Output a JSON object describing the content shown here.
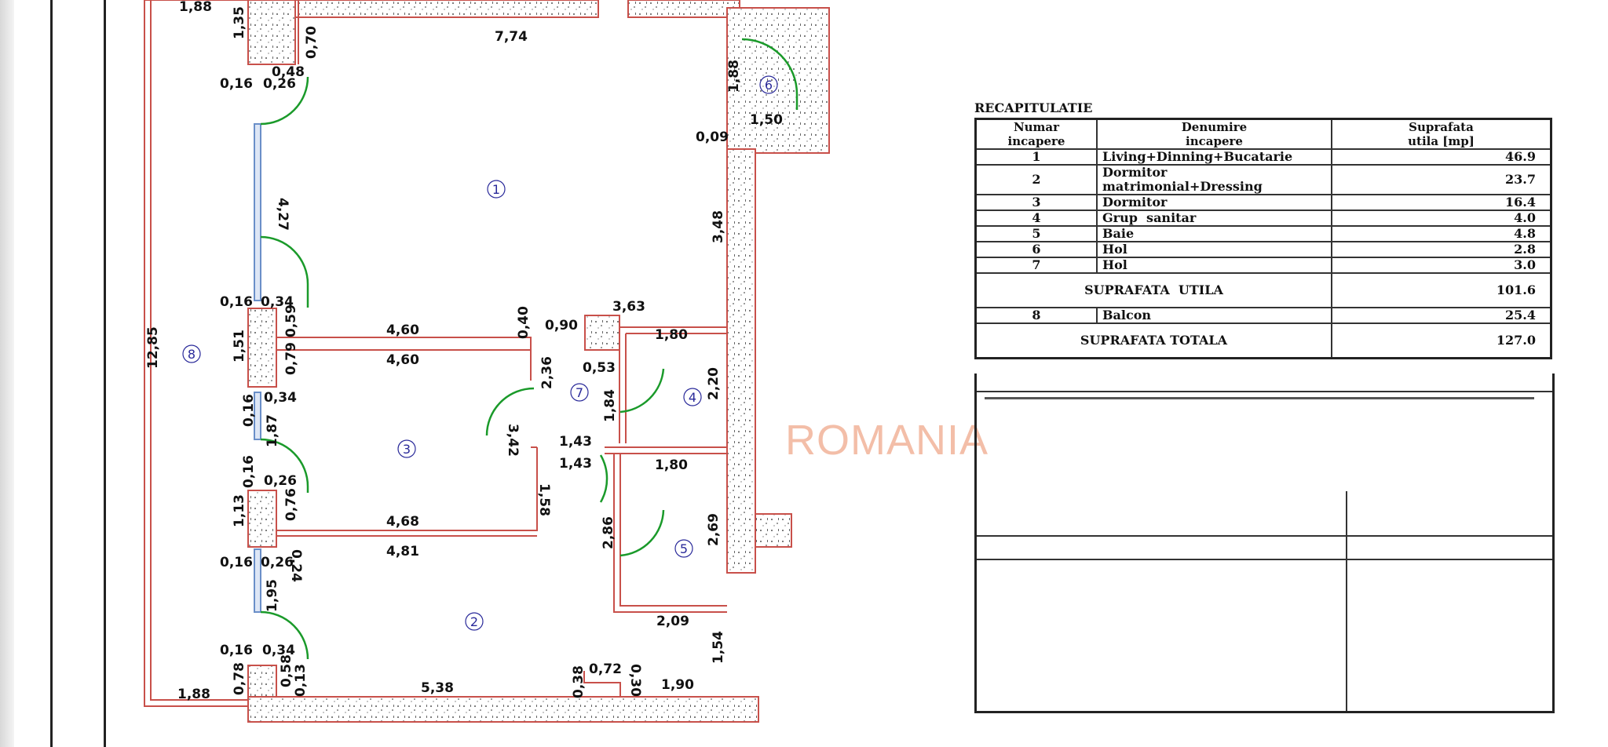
{
  "watermark": "ROMANIA",
  "plan": {
    "room_numbers": [
      "1",
      "2",
      "3",
      "4",
      "5",
      "6",
      "7",
      "8"
    ],
    "dimensions": [
      "1,88",
      "1,35",
      "0,70",
      "7,74",
      "0,16",
      "0,26",
      "0,48",
      "1,88",
      "1,50",
      "0,09",
      "4,27",
      "3,48",
      "0,16",
      "0,34",
      "0,59",
      "4,60",
      "0,40",
      "0,90",
      "3,63",
      "12,85",
      "1,51",
      "0,79",
      "4,60",
      "1,80",
      "0,53",
      "2,20",
      "2,36",
      "0,16",
      "0,34",
      "1,84",
      "1,87",
      "3,42",
      "1,43",
      "1,43",
      "1,80",
      "0,16",
      "0,26",
      "1,58",
      "1,13",
      "0,76",
      "4,68",
      "2,86",
      "2,69",
      "0,16",
      "0,26",
      "0,24",
      "4,81",
      "1,95",
      "2,09",
      "0,16",
      "0,34",
      "1,54",
      "0,78",
      "0,58",
      "0,13",
      "0,38",
      "0,72",
      "0,30",
      "1,88",
      "5,38",
      "1,90"
    ]
  },
  "recap": {
    "title": "RECAPITULATIE",
    "headers": [
      "Numar\nincapere",
      "Denumire\nincapere",
      "Suprafata\nutila  [mp]"
    ],
    "rows": [
      {
        "num": "1",
        "name": "Living+Dinning+Bucatarie",
        "area": "46.9"
      },
      {
        "num": "2",
        "name": "Dormitor\nmatrimonial+Dressing",
        "area": "23.7"
      },
      {
        "num": "3",
        "name": "Dormitor",
        "area": "16.4"
      },
      {
        "num": "4",
        "name": "Grup  sanitar",
        "area": "4.0"
      },
      {
        "num": "5",
        "name": "Baie",
        "area": "4.8"
      },
      {
        "num": "6",
        "name": "Hol",
        "area": "2.8"
      },
      {
        "num": "7",
        "name": "Hol",
        "area": "3.0"
      }
    ],
    "subtotal_label": "SUPRAFATA  UTILA",
    "subtotal_value": "101.6",
    "balcony": {
      "num": "8",
      "name": "Balcon",
      "area": "25.4"
    },
    "total_label": "SUPRAFATA TOTALA",
    "total_value": "127.0"
  },
  "colors": {
    "wall_outline": "#c8504a",
    "door_arc": "#1a9a2a",
    "window": "#6a8fc8",
    "room_label": "#2a2a9a",
    "watermark": "#f1b39a"
  }
}
